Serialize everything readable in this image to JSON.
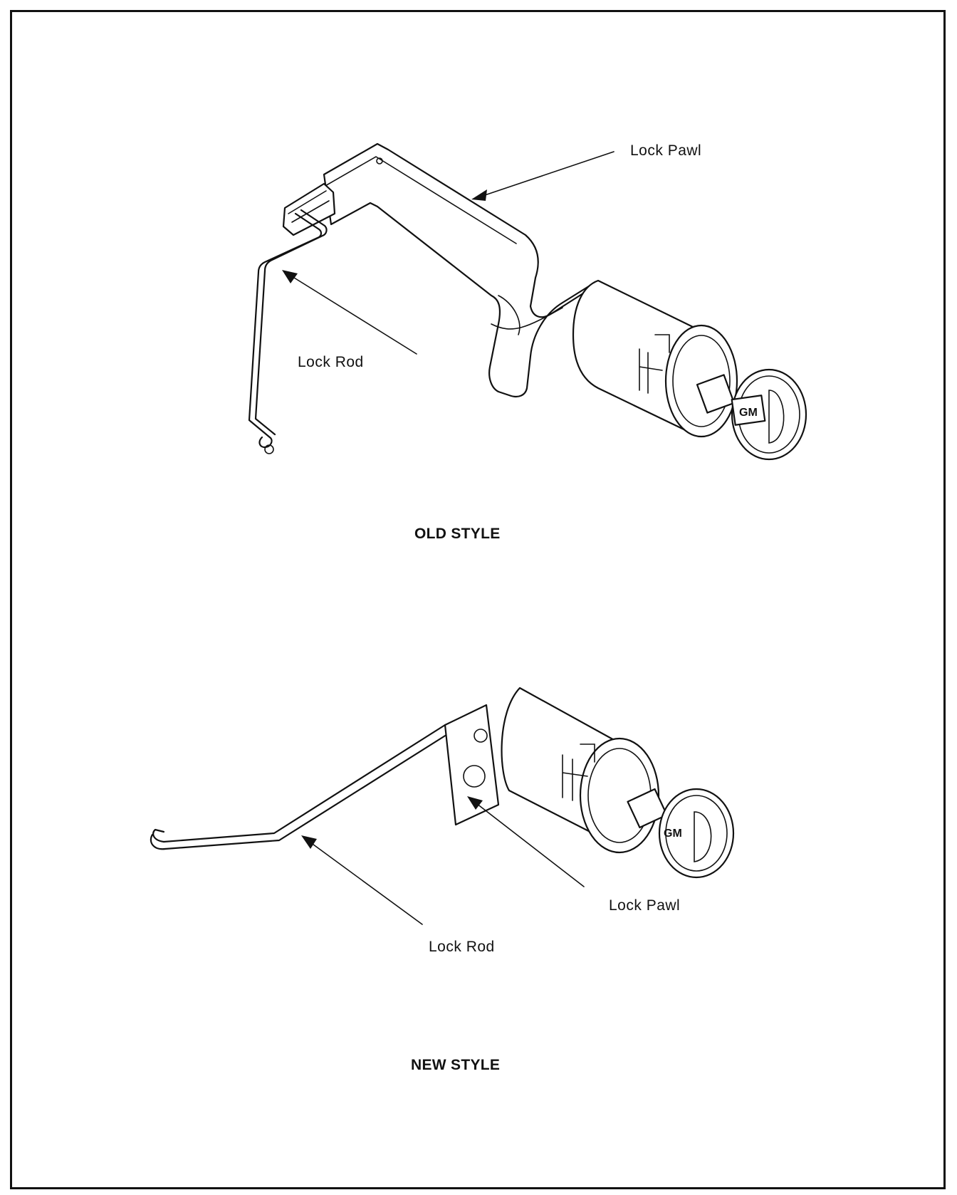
{
  "old_style": {
    "caption": "OLD STYLE",
    "lock_pawl_label": "Lock Pawl",
    "lock_rod_label": "Lock Rod",
    "key_logo": "GM"
  },
  "new_style": {
    "caption": "NEW STYLE",
    "lock_pawl_label": "Lock Pawl",
    "lock_rod_label": "Lock Rod",
    "key_logo": "GM"
  }
}
